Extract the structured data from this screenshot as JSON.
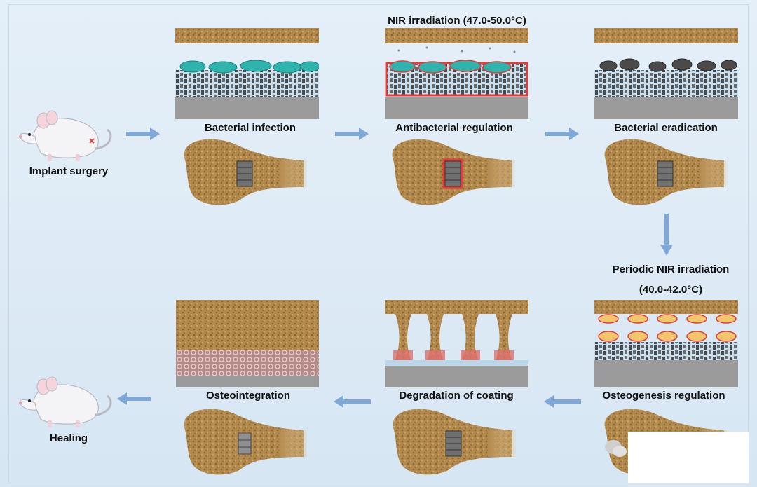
{
  "steps": {
    "implant": "Implant surgery",
    "infection": "Bacterial infection",
    "nir_top": "NIR irradiation (47.0-50.0°C)",
    "antibacterial": "Antibacterial regulation",
    "eradication": "Bacterial eradication",
    "periodic_line1": "Periodic NIR irradiation",
    "periodic_line2": "(40.0-42.0°C)",
    "osteogenesis": "Osteogenesis regulation",
    "degradation": "Degradation of coating",
    "osteointegration": "Osteointegration",
    "healing": "Healing"
  },
  "colors": {
    "arrow": "#6f9bd1",
    "bone": "#b38a4e",
    "bacteria": "#2fb3ad",
    "heat_glow": "#e23c3c",
    "substrate": "#9b9b9b",
    "coating": "#bcd6ea"
  },
  "icons": {
    "mouse": "mouse-icon",
    "arrow": "arrow-icon",
    "bone": "bone-icon",
    "implant": "implant-icon",
    "bacteria": "bacteria-icon",
    "watermark": "wechat-icon"
  }
}
